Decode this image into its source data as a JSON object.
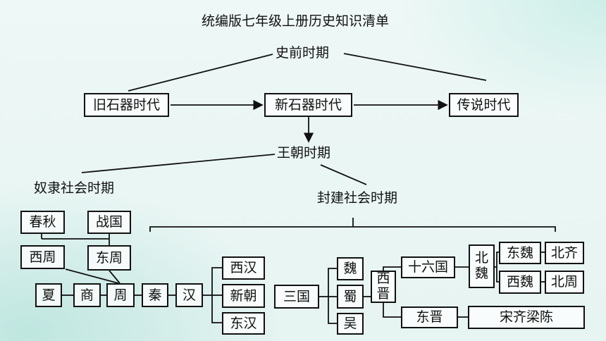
{
  "title": "统编版七年级上册历史知识清单",
  "prehistoric": "史前时期",
  "old_stone_age": "旧石器时代",
  "new_stone_age": "新石器时代",
  "legend_age": "传说时代",
  "dynasty_period": "王朝时期",
  "slave_society": "奴隶社会时期",
  "feudal_society": "封建社会时期",
  "spring_autumn": "春秋",
  "warring_states": "战国",
  "western_zhou": "西周",
  "eastern_zhou": "东周",
  "xia": "夏",
  "shang": "商",
  "zhou": "周",
  "qin": "秦",
  "han": "汉",
  "western_han": "西汉",
  "xin": "新朝",
  "eastern_han": "东汉",
  "three_kingdoms": "三国",
  "wei": "魏",
  "shu": "蜀",
  "wu": "吴",
  "jin_top": "西",
  "jin_bottom": "晋",
  "sixteen_kingdoms": "十六国",
  "northern_wei_top": "北",
  "northern_wei_bottom": "魏",
  "eastern_wei": "东魏",
  "northern_qi": "北齐",
  "western_wei": "西魏",
  "northern_zhou": "北周",
  "eastern_jin": "东晋",
  "southern_dynasties": "宋齐梁陈",
  "colors": {
    "line": "#111111",
    "box_border": "#111111",
    "background": "#e8f6f3"
  }
}
